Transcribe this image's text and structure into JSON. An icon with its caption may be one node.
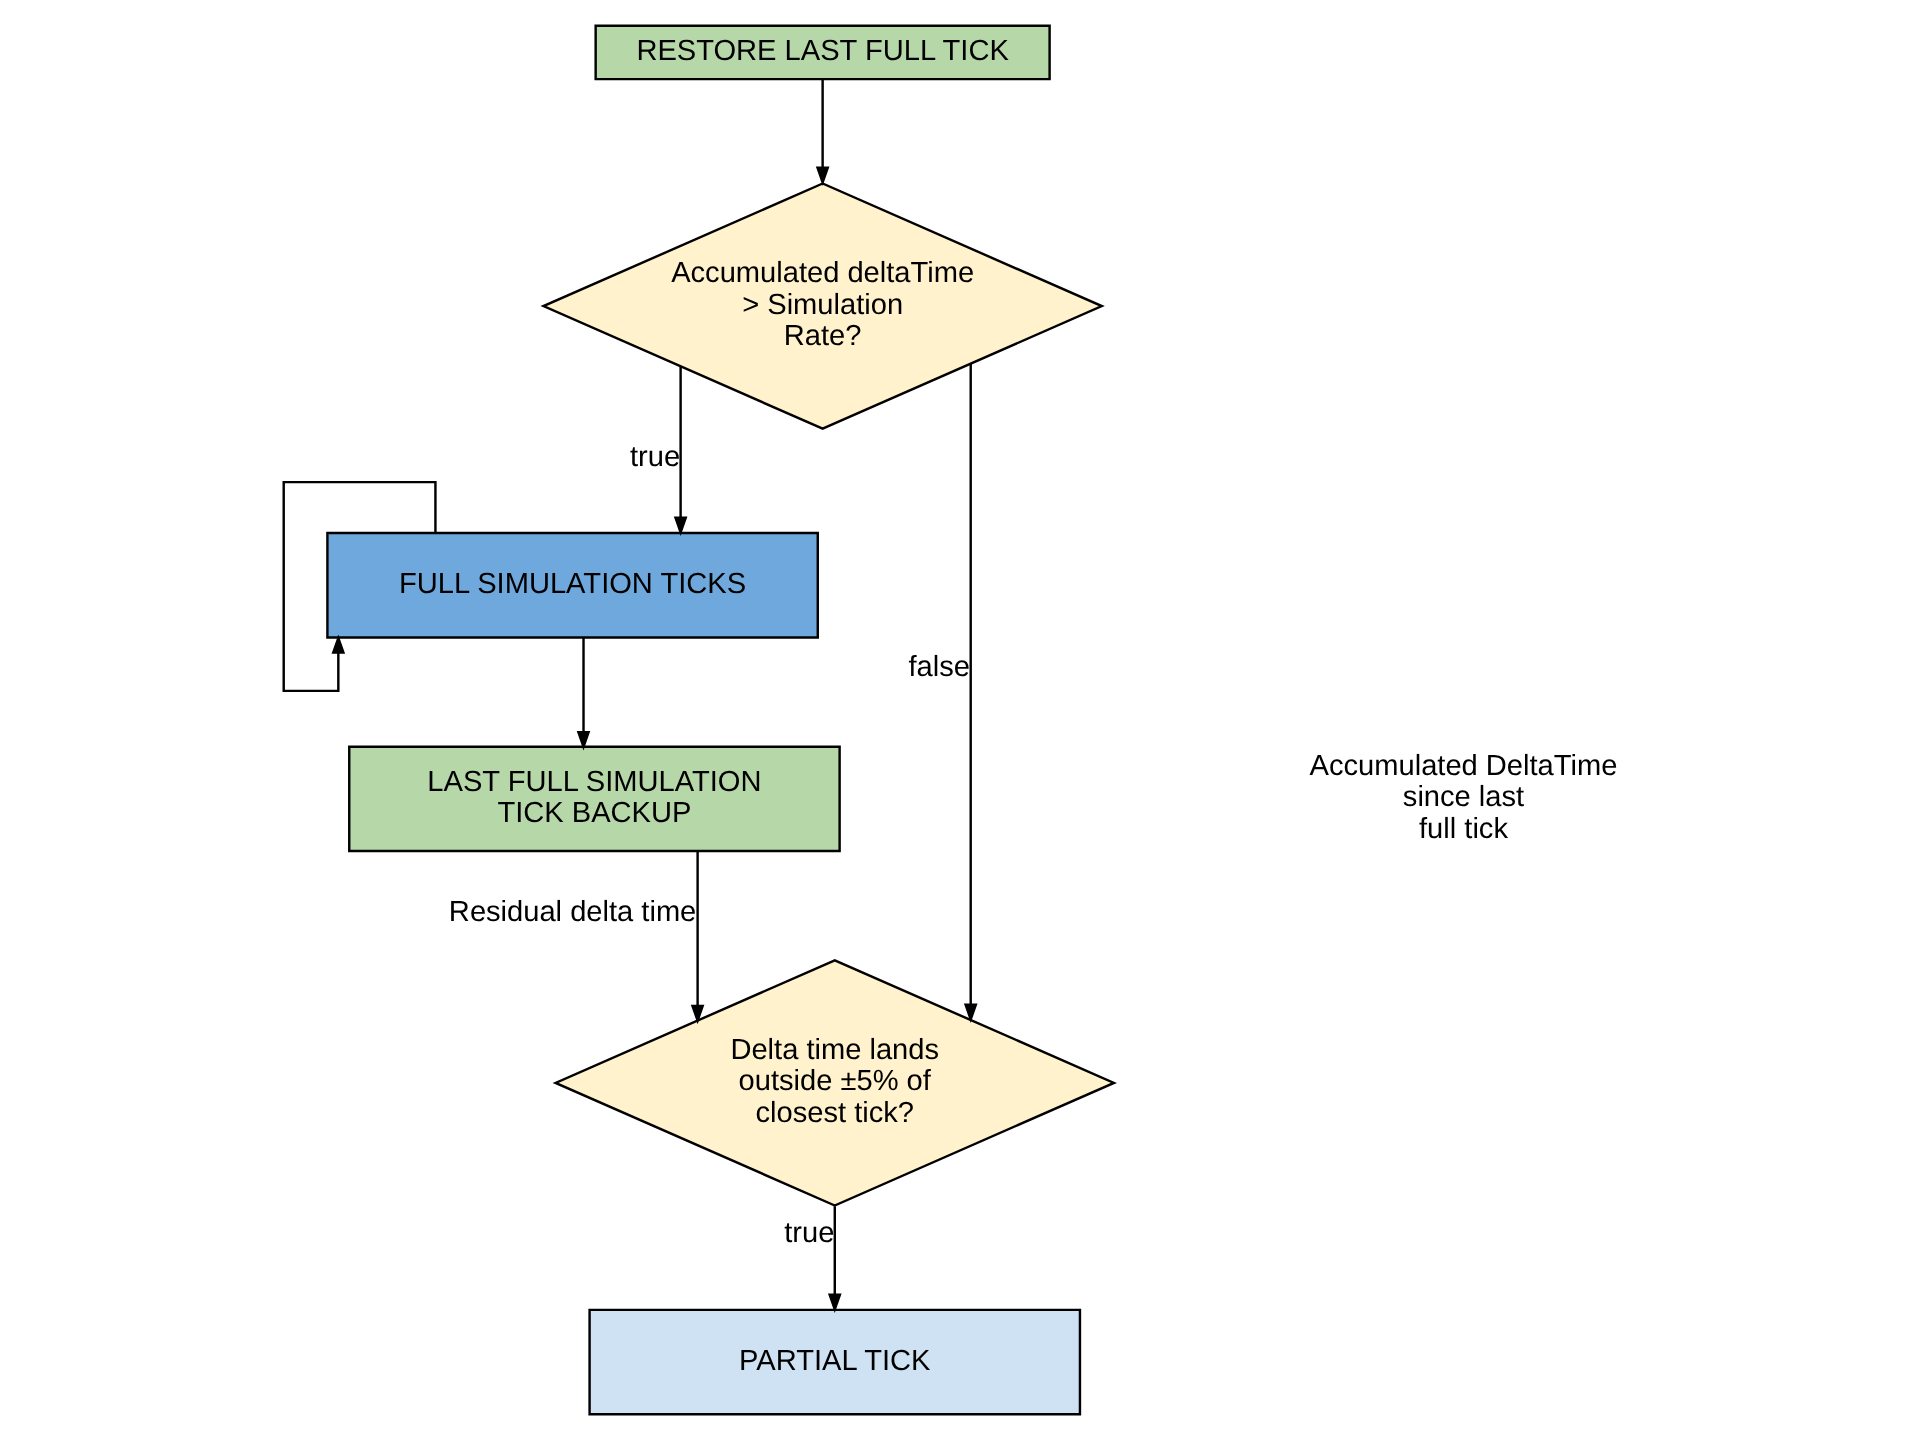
{
  "diagram": {
    "nodes": [
      {
        "text": [
          "RESTORE LAST FULL TICK"
        ]
      },
      {
        "text": [
          "Accumulated deltaTime > Simulation Rate?"
        ]
      },
      {
        "text": [
          "FULL SIMULATION TICKS"
        ]
      },
      {
        "text": [
          "LAST FULL SIMULATION TICK BACKUP"
        ]
      },
      {
        "text": [
          "Delta time lands outside ±5% of closest tick?"
        ]
      },
      {
        "text": [
          "PARTIAL TICK"
        ]
      }
    ],
    "edges": [
      {
        "from": 0,
        "to": 1,
        "arrow": "to"
      },
      {
        "from": 1,
        "to": 2,
        "arrow": "to",
        "label": "true"
      },
      {
        "from": 2,
        "to": 2,
        "arrow": "to"
      },
      {
        "from": 2,
        "to": 3,
        "arrow": "to"
      },
      {
        "from": 3,
        "to": 4,
        "arrow": "to",
        "label": "Residual delta time"
      },
      {
        "from": 1,
        "to": 4,
        "arrow": "to",
        "label": "false"
      },
      {
        "from": 4,
        "to": 5,
        "arrow": "to",
        "label": "true"
      }
    ],
    "labels": [
      "Accumulated DeltaTime since last full tick"
    ]
  }
}
